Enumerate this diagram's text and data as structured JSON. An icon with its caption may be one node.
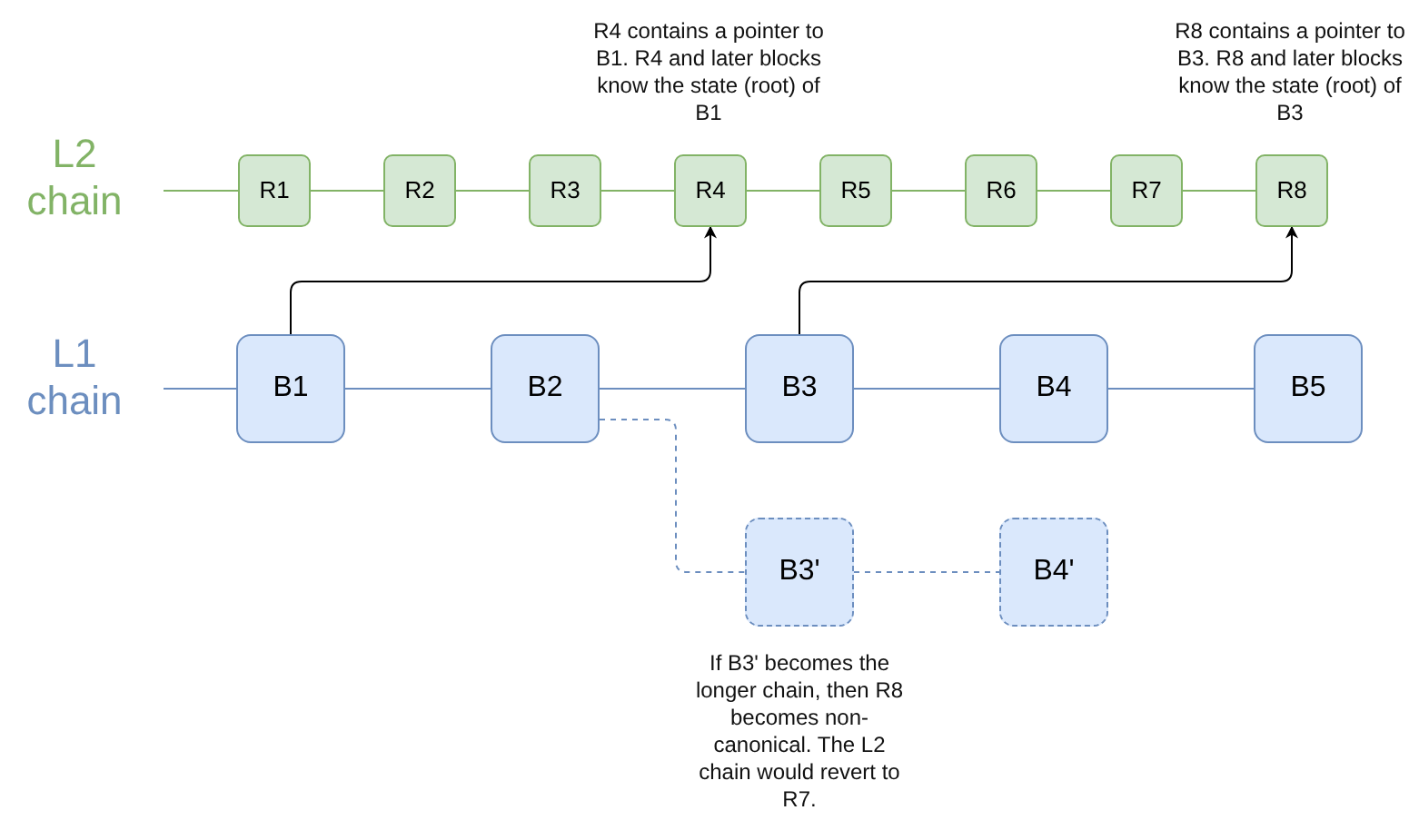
{
  "diagram": {
    "nodes": [
      {
        "text": [
          "R1"
        ]
      },
      {
        "text": [
          "R2"
        ]
      },
      {
        "text": [
          "R3"
        ]
      },
      {
        "text": [
          "R4"
        ],
        "beside": [
          "R4 contains a pointer to B1. R4 and later blocks know the state (root) of B1"
        ]
      },
      {
        "text": [
          "R5"
        ]
      },
      {
        "text": [
          "R6"
        ]
      },
      {
        "text": [
          "R7"
        ]
      },
      {
        "text": [
          "R8"
        ],
        "beside": [
          "R8 contains a pointer to B3. R8 and later blocks know the state (root) of B3"
        ]
      },
      {
        "text": [
          "B1"
        ]
      },
      {
        "text": [
          "B2"
        ]
      },
      {
        "text": [
          "B3"
        ]
      },
      {
        "text": [
          "B4"
        ]
      },
      {
        "text": [
          "B5"
        ]
      },
      {
        "text": [
          "B3'"
        ],
        "beside": [
          "If B3' becomes the longer chain, then R8 becomes non-canonical. The L2 chain would revert to R7."
        ]
      },
      {
        "text": [
          "B4'"
        ]
      }
    ],
    "edges": [
      {
        "from": null,
        "to": 0,
        "arrow": "none",
        "color": "#82b366"
      },
      {
        "from": 0,
        "to": 1,
        "arrow": "none",
        "color": "#82b366"
      },
      {
        "from": 1,
        "to": 2,
        "arrow": "none",
        "color": "#82b366"
      },
      {
        "from": 2,
        "to": 3,
        "arrow": "none",
        "color": "#82b366"
      },
      {
        "from": 3,
        "to": 4,
        "arrow": "none",
        "color": "#82b366"
      },
      {
        "from": 4,
        "to": 5,
        "arrow": "none",
        "color": "#82b366"
      },
      {
        "from": 5,
        "to": 6,
        "arrow": "none",
        "color": "#82b366"
      },
      {
        "from": 6,
        "to": 7,
        "arrow": "none",
        "color": "#82b366"
      },
      {
        "from": null,
        "to": 8,
        "arrow": "none",
        "color": "#6c8ebf"
      },
      {
        "from": 8,
        "to": 9,
        "arrow": "none",
        "color": "#6c8ebf"
      },
      {
        "from": 9,
        "to": 10,
        "arrow": "none",
        "color": "#6c8ebf"
      },
      {
        "from": 10,
        "to": 11,
        "arrow": "none",
        "color": "#6c8ebf"
      },
      {
        "from": 11,
        "to": 12,
        "arrow": "none",
        "color": "#6c8ebf"
      },
      {
        "from": 8,
        "to": 3,
        "arrow": "to",
        "color": "#000000"
      },
      {
        "from": 10,
        "to": 7,
        "arrow": "to",
        "color": "#000000"
      },
      {
        "from": 9,
        "to": 13,
        "arrow": "none",
        "style": "dashed",
        "color": "#6c8ebf"
      },
      {
        "from": 13,
        "to": 14,
        "arrow": "none",
        "style": "dashed",
        "color": "#6c8ebf"
      }
    ],
    "labels": [
      "L2 chain",
      "L1 chain"
    ]
  }
}
